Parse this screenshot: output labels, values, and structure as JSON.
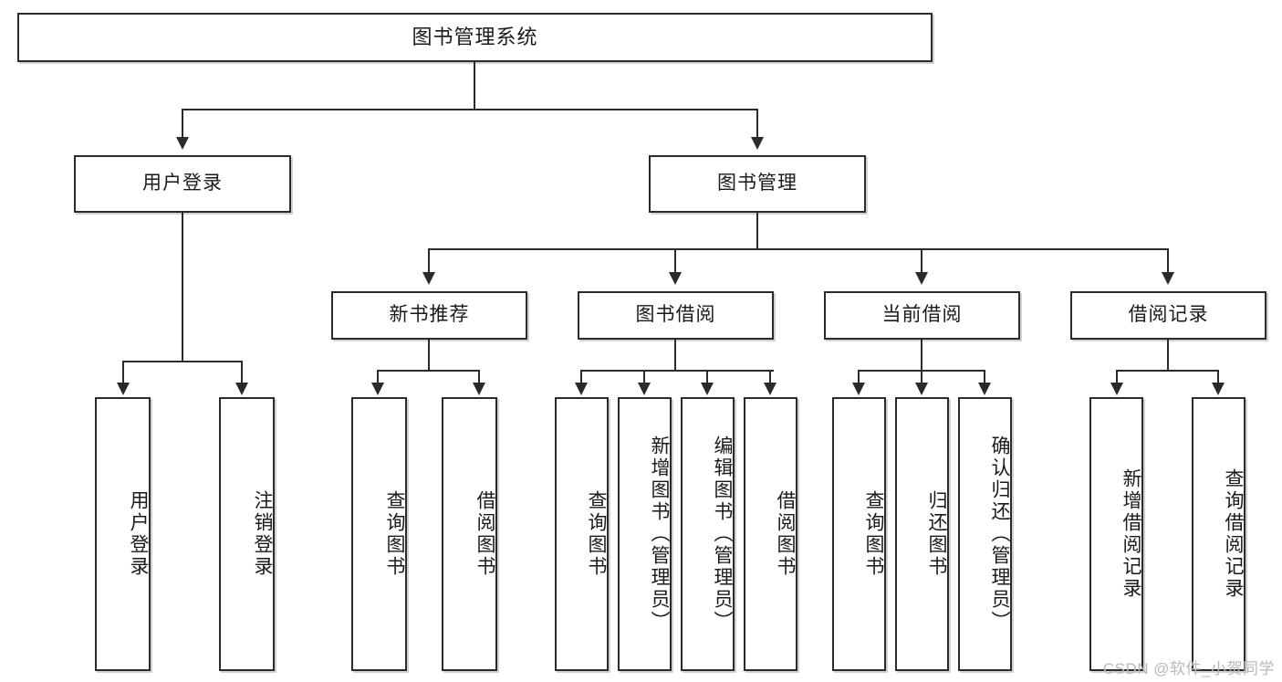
{
  "diagram": {
    "title": "图书管理系统",
    "type": "功能结构图",
    "stroke_color": "#2b2b2b",
    "fill_color": "#ffffff",
    "text_color": "#1a1a1a"
  },
  "root": {
    "label": "图书管理系统"
  },
  "level2": [
    {
      "id": "user-login",
      "label": "用户登录"
    },
    {
      "id": "book-management",
      "label": "图书管理"
    }
  ],
  "level3": [
    {
      "id": "new-book-recommend",
      "label": "新书推荐"
    },
    {
      "id": "book-borrow",
      "label": "图书借阅"
    },
    {
      "id": "current-borrow",
      "label": "当前借阅"
    },
    {
      "id": "borrow-record",
      "label": "借阅记录"
    }
  ],
  "leaves": {
    "user_login": [
      {
        "id": "leaf-user-login",
        "label": "用户登录"
      },
      {
        "id": "leaf-logout",
        "label": "注销登录"
      }
    ],
    "new_book_recommend": [
      {
        "id": "leaf-query-book-1",
        "label": "查询图书"
      },
      {
        "id": "leaf-borrow-book-1",
        "label": "借阅图书"
      }
    ],
    "book_borrow": [
      {
        "id": "leaf-query-book-2",
        "label": "查询图书"
      },
      {
        "id": "leaf-add-book",
        "label": "新增图书（管理员）"
      },
      {
        "id": "leaf-edit-book",
        "label": "编辑图书（管理员）"
      },
      {
        "id": "leaf-borrow-book-2",
        "label": "借阅图书"
      }
    ],
    "current_borrow": [
      {
        "id": "leaf-query-book-3",
        "label": "查询图书"
      },
      {
        "id": "leaf-return-book",
        "label": "归还图书"
      },
      {
        "id": "leaf-confirm-return",
        "label": "确认归还（管理员）"
      }
    ],
    "borrow_record": [
      {
        "id": "leaf-add-record",
        "label": "新增借阅记录"
      },
      {
        "id": "leaf-query-record",
        "label": "查询借阅记录"
      }
    ]
  },
  "watermark": {
    "text": "CSDN @软件_小贺同学"
  }
}
